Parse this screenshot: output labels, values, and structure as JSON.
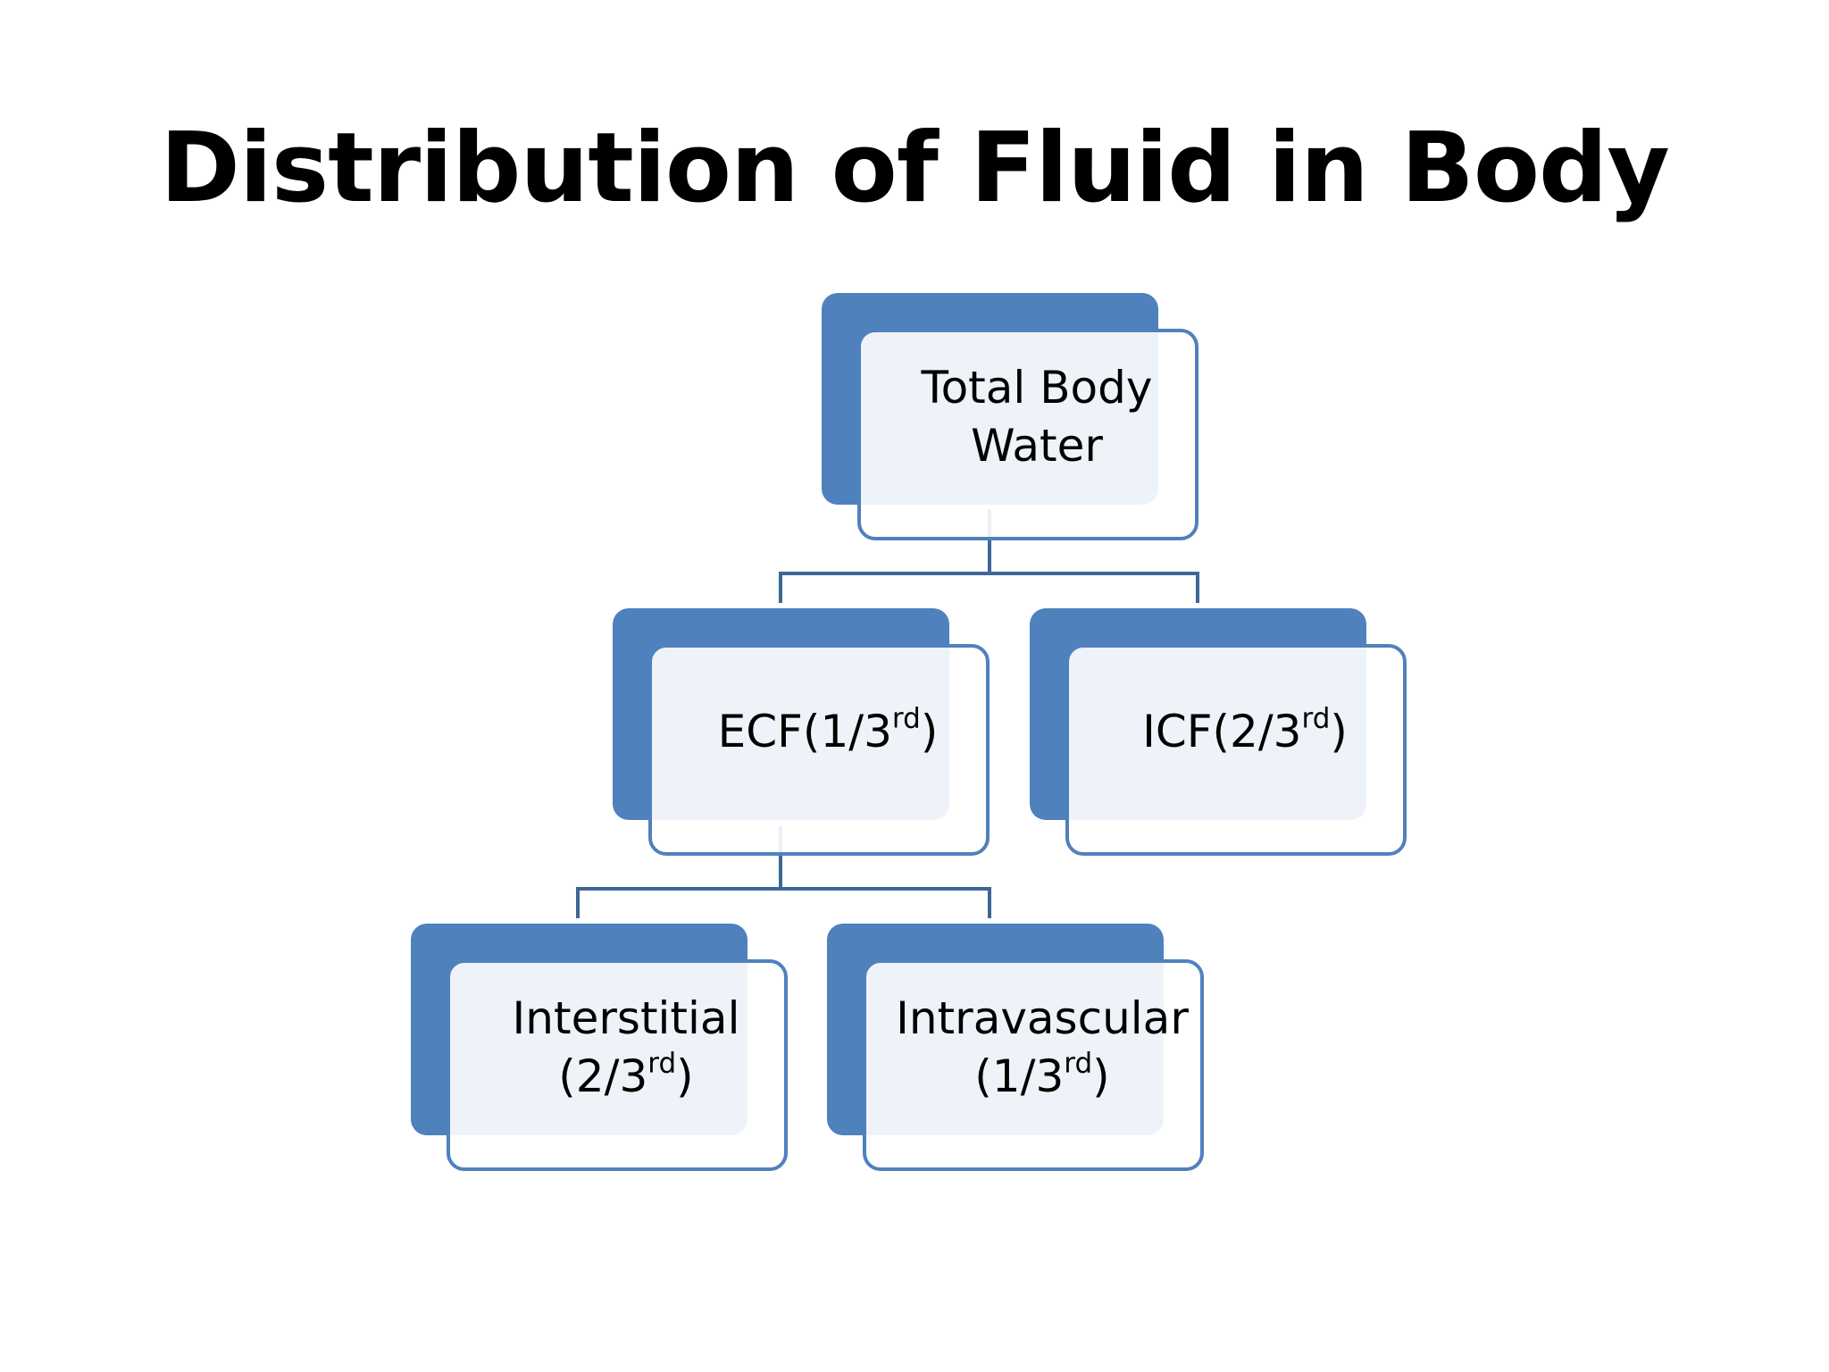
{
  "slide": {
    "title": "Distribution of Fluid in Body"
  },
  "colors": {
    "accent": "#4f81bd",
    "connector": "#3e6796",
    "box_fill": "#eaf0f7"
  },
  "diagram": {
    "root": {
      "line1": "Total Body",
      "line2": "Water"
    },
    "ecf": {
      "prefix": "ECF(1/3",
      "sup": "rd",
      "suffix": ")"
    },
    "icf": {
      "prefix": "ICF(2/3",
      "sup": "rd",
      "suffix": ")"
    },
    "interstitial": {
      "line1": "Interstitial",
      "prefix": "(2/3",
      "sup": "rd",
      "suffix": ")"
    },
    "intravascular": {
      "line1": "Intravascular",
      "prefix": "(1/3",
      "sup": "rd",
      "suffix": ")"
    }
  }
}
